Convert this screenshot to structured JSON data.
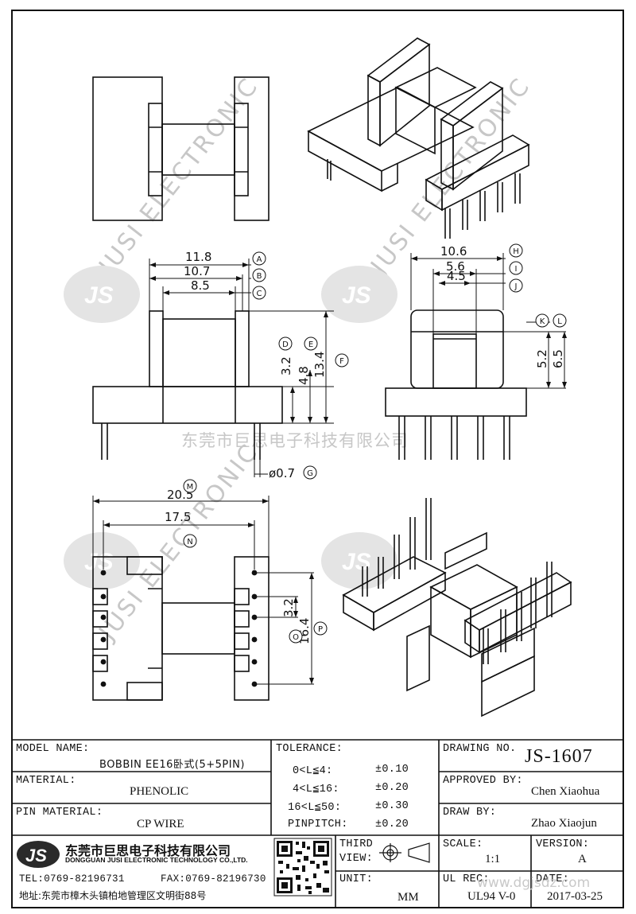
{
  "watermark": {
    "company_cn": "东莞市巨思电子科技有限公司",
    "brand_en": "JUSI ELECTRONIC",
    "logo": "JS"
  },
  "dimensions": {
    "a": "11.8",
    "b": "10.7",
    "c": "8.5",
    "d": "3.2",
    "e": "4.8",
    "f": "13.4",
    "g": "ø0.7",
    "h": "10.6",
    "i": "5.6",
    "j": "4.5",
    "k": "5.2",
    "l": "6.5",
    "m": "20.5",
    "n": "17.5",
    "o": "3.2",
    "p": "16.4"
  },
  "callouts": [
    "A",
    "B",
    "C",
    "D",
    "E",
    "F",
    "G",
    "H",
    "I",
    "J",
    "K",
    "L",
    "M",
    "N",
    "O",
    "P"
  ],
  "title_block": {
    "model_name_label": "MODEL NAME:",
    "model_name_value": "BOBBIN EE16卧式(5+5PIN)",
    "material_label": "MATERIAL:",
    "material_value": "PHENOLIC",
    "pin_material_label": "PIN MATERIAL:",
    "pin_material_value": "CP WIRE",
    "tolerance_label": "TOLERANCE:",
    "tolerances": [
      {
        "range": "0<L≦4:",
        "value": "±0.10"
      },
      {
        "range": "4<L≦16:",
        "value": "±0.20"
      },
      {
        "range": "16<L≦50:",
        "value": "±0.30"
      },
      {
        "range": "PINPITCH:",
        "value": "±0.20"
      }
    ],
    "drawing_no_label": "DRAWING NO.",
    "drawing_no_value": "JS-1607",
    "approved_by_label": "APPROVED BY:",
    "approved_by_value": "Chen Xiaohua",
    "draw_by_label": "DRAW BY:",
    "draw_by_value": "Zhao Xiaojun",
    "company_cn": "东莞市巨思电子科技有限公司",
    "company_en": "DONGGUAN JUSI ELECTRONIC TECHNOLOGY CO.,LTD.",
    "tel": "TEL:0769-82196731",
    "fax": "FAX:0769-82196730",
    "address": "地址:东莞市樟木头镇柏地管理区文明街88号",
    "logo": "JS",
    "third_view_label_1": "THIRD",
    "third_view_label_2": "VIEW:",
    "unit_label": "UNIT:",
    "unit_value": "MM",
    "scale_label": "SCALE:",
    "scale_value": "1:1",
    "ul_rec_label": "UL REC:",
    "ul_rec_value": "UL94 V-0",
    "version_label": "VERSION:",
    "version_value": "A",
    "date_label": "DATE:",
    "date_value": "2017-03-25",
    "website": "www.dgjsdz.com"
  }
}
